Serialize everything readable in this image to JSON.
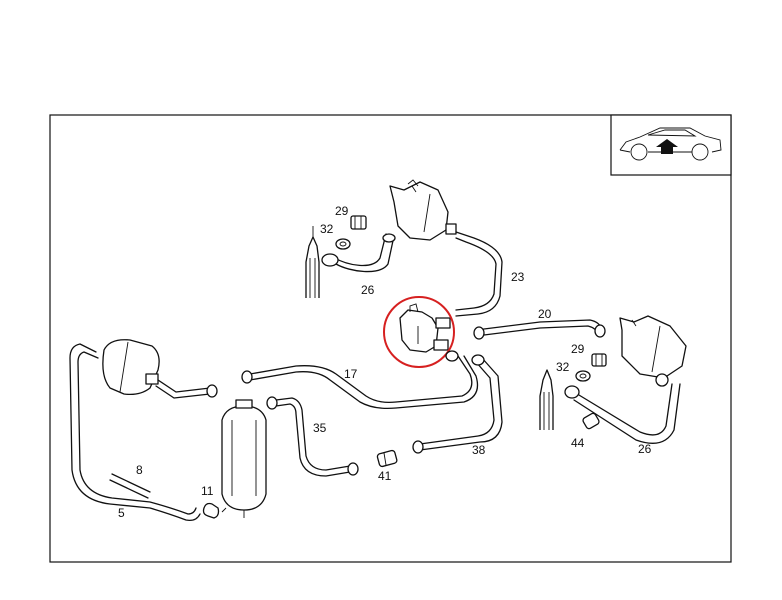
{
  "labels": {
    "p29a": "29",
    "p32a": "32",
    "p26a": "26",
    "p23": "23",
    "p20": "20",
    "p17": "17",
    "p35": "35",
    "p38": "38",
    "p41": "41",
    "p44": "44",
    "p29b": "29",
    "p32b": "32",
    "p26b": "26",
    "p8": "8",
    "p11": "11",
    "p5": "5"
  },
  "highlight_color": "#d62020",
  "inset_icon": "car-front-direction-arrow-icon"
}
